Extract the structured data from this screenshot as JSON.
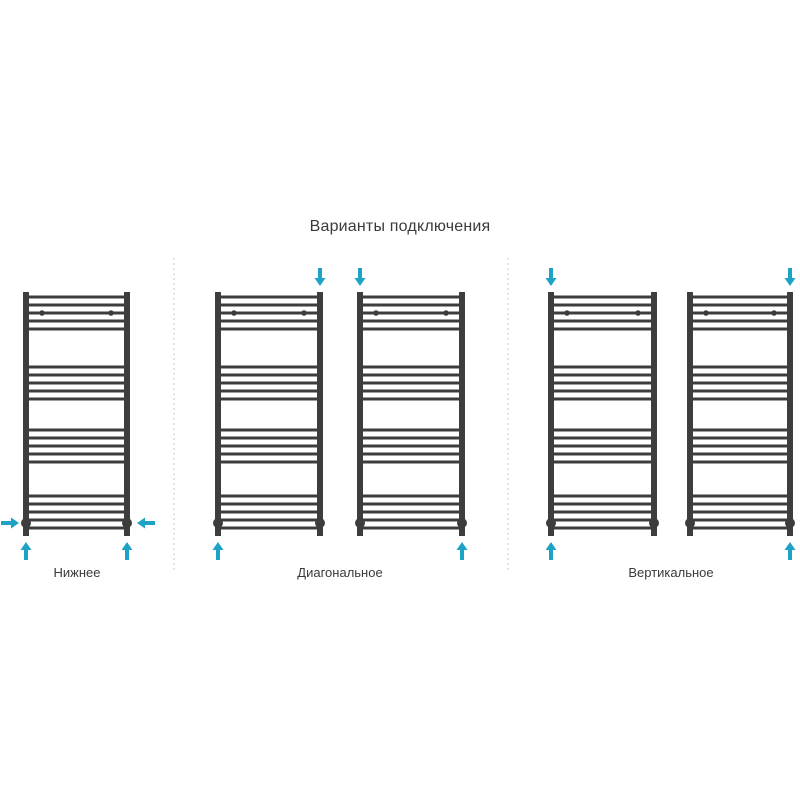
{
  "title": "Варианты подключения",
  "labels": {
    "bottom": "Нижнее",
    "diagonal": "Диагональное",
    "vertical": "Вертикальное"
  },
  "colors": {
    "frame": "#3d3d3d",
    "arrow": "#1ea3c7",
    "divider": "#c8c8c8",
    "text": "#3a3a3a"
  },
  "groups": [
    {
      "name": "bottom",
      "radiators": [
        {
          "connections": [
            "bottom-left-side",
            "bottom-left-up",
            "bottom-right-side",
            "bottom-right-up"
          ]
        }
      ]
    },
    {
      "name": "diagonal",
      "radiators": [
        {
          "connections": [
            "top-right-down",
            "bottom-left-up"
          ]
        },
        {
          "connections": [
            "top-left-down",
            "bottom-right-up"
          ]
        }
      ]
    },
    {
      "name": "vertical",
      "radiators": [
        {
          "connections": [
            "top-left-down",
            "bottom-left-up"
          ]
        },
        {
          "connections": [
            "top-right-down",
            "bottom-right-up"
          ]
        }
      ]
    }
  ]
}
